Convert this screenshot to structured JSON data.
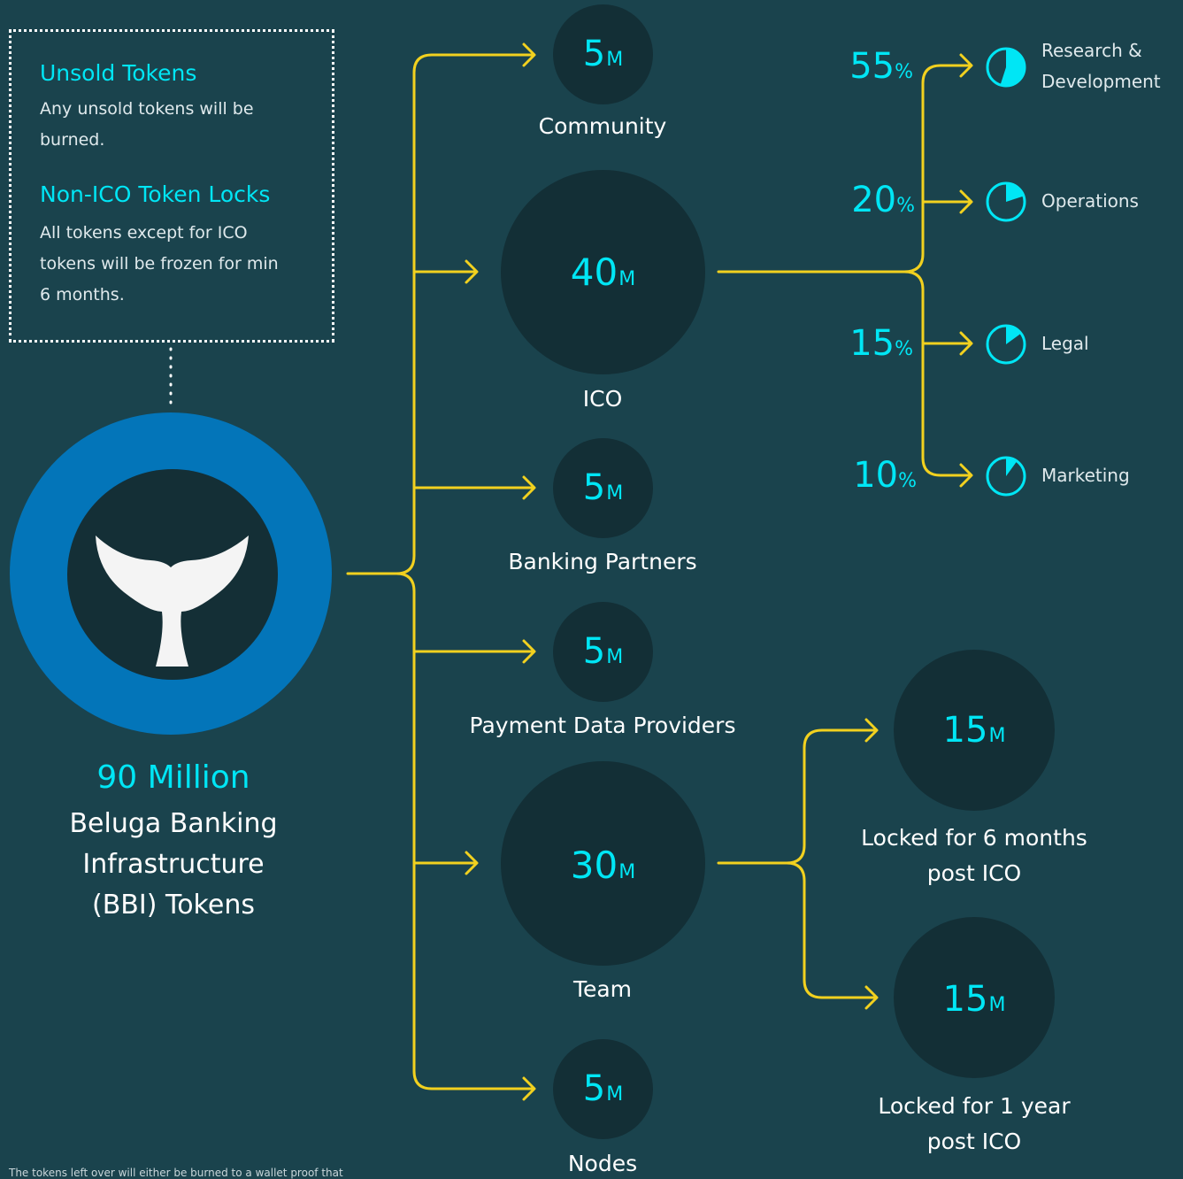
{
  "info": {
    "unsold_title": "Unsold Tokens",
    "unsold_text": "Any unsold tokens will be burned.",
    "locks_title": "Non-ICO Token Locks",
    "locks_text": "All tokens except for ICO tokens will be frozen for min 6 months."
  },
  "total": {
    "amount": "90 Million",
    "label_line1": "Beluga Banking",
    "label_line2": "Infrastructure",
    "label_line3": "(BBI) Tokens"
  },
  "allocations": [
    {
      "value": "5",
      "unit": "M",
      "label": "Community"
    },
    {
      "value": "40",
      "unit": "M",
      "label": "ICO"
    },
    {
      "value": "5",
      "unit": "M",
      "label": "Banking Partners"
    },
    {
      "value": "5",
      "unit": "M",
      "label": "Payment Data Providers"
    },
    {
      "value": "30",
      "unit": "M",
      "label": "Team"
    },
    {
      "value": "5",
      "unit": "M",
      "label": "Nodes"
    }
  ],
  "ico_breakdown": [
    {
      "percent": "55",
      "symbol": "%",
      "label": "Research & Development",
      "label_line1": "Research &",
      "label_line2": "Development",
      "fraction": 0.55
    },
    {
      "percent": "20",
      "symbol": "%",
      "label": "Operations",
      "fraction": 0.2
    },
    {
      "percent": "15",
      "symbol": "%",
      "label": "Legal",
      "fraction": 0.15
    },
    {
      "percent": "10",
      "symbol": "%",
      "label": "Marketing",
      "fraction": 0.1
    }
  ],
  "team_breakdown": [
    {
      "value": "15",
      "unit": "M",
      "label_line1": "Locked for 6 months",
      "label_line2": "post ICO"
    },
    {
      "value": "15",
      "unit": "M",
      "label_line1": "Locked for 1 year",
      "label_line2": "post ICO"
    }
  ],
  "footnote": "The tokens left over will either be burned to a wallet proof that",
  "colors": {
    "background": "#1a434d",
    "accent": "#00e6f5",
    "connector": "#f2d11f",
    "logo_ring": "#0375b9",
    "node_fill": "#132f36"
  },
  "icons": {
    "logo": "whale-tail-icon",
    "arrow": "arrow-right-icon",
    "pie": "pie-fraction-icon"
  }
}
